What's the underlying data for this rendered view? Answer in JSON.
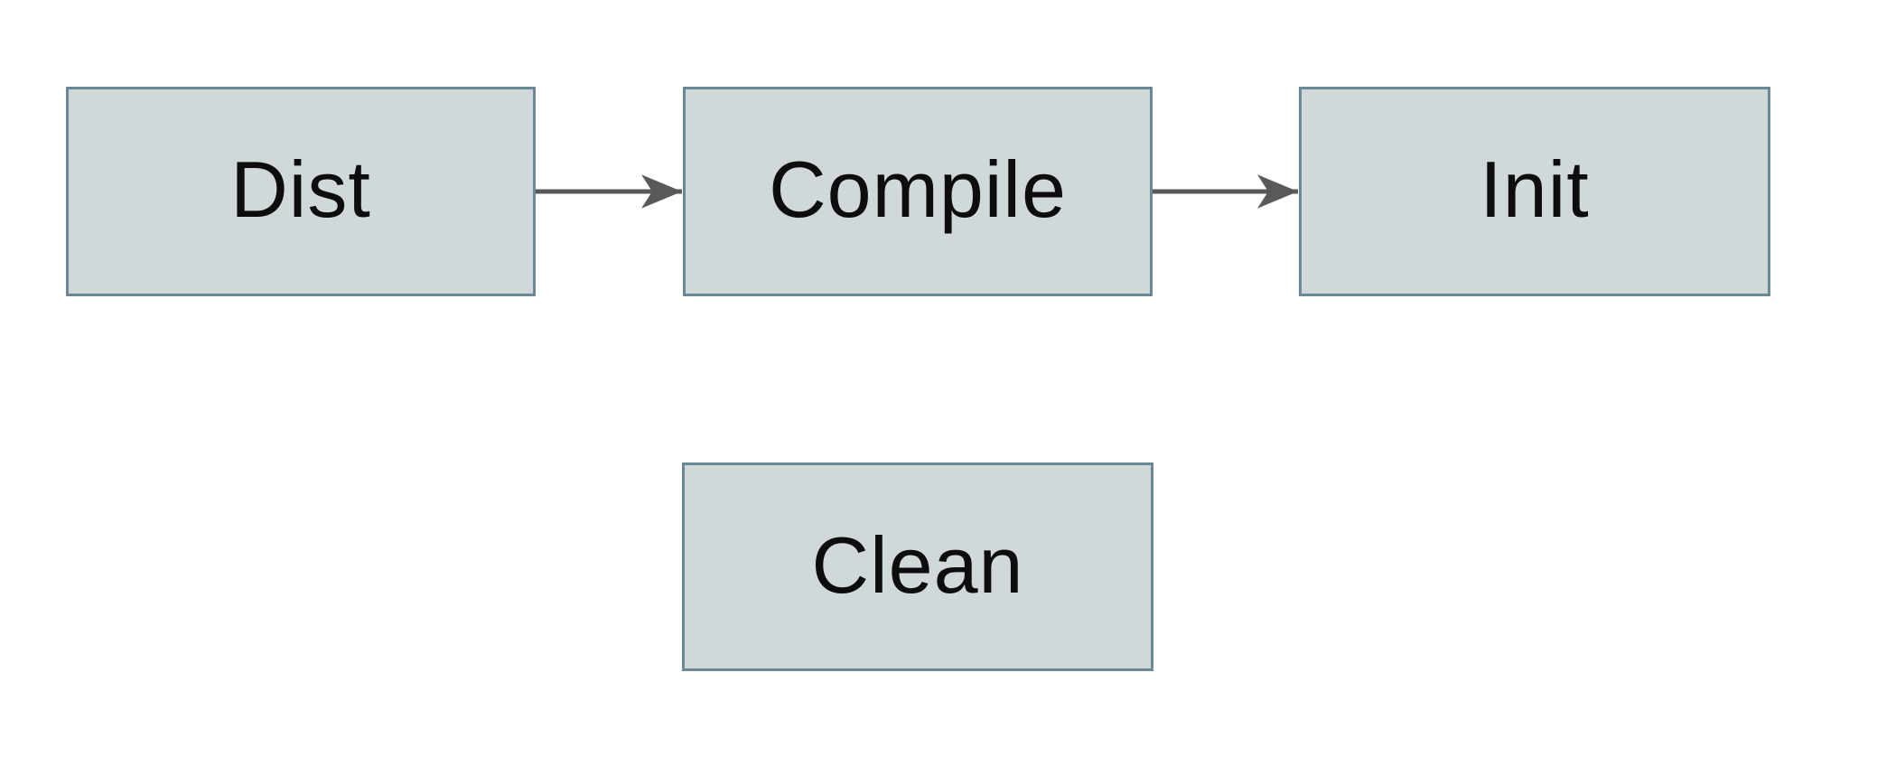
{
  "diagram": {
    "type": "flowchart",
    "nodes": [
      {
        "id": "dist",
        "label": "Dist"
      },
      {
        "id": "compile",
        "label": "Compile"
      },
      {
        "id": "init",
        "label": "Init"
      },
      {
        "id": "clean",
        "label": "Clean"
      }
    ],
    "edges": [
      {
        "from": "dist",
        "to": "compile",
        "style": "arrow-right"
      },
      {
        "from": "compile",
        "to": "init",
        "style": "arrow-right"
      }
    ]
  },
  "colors": {
    "canvas": "#ffffff",
    "node_fill": "#d0d8da",
    "node_border": "#6b8896",
    "arrow": "#595959",
    "text": "#0d0d0d"
  }
}
